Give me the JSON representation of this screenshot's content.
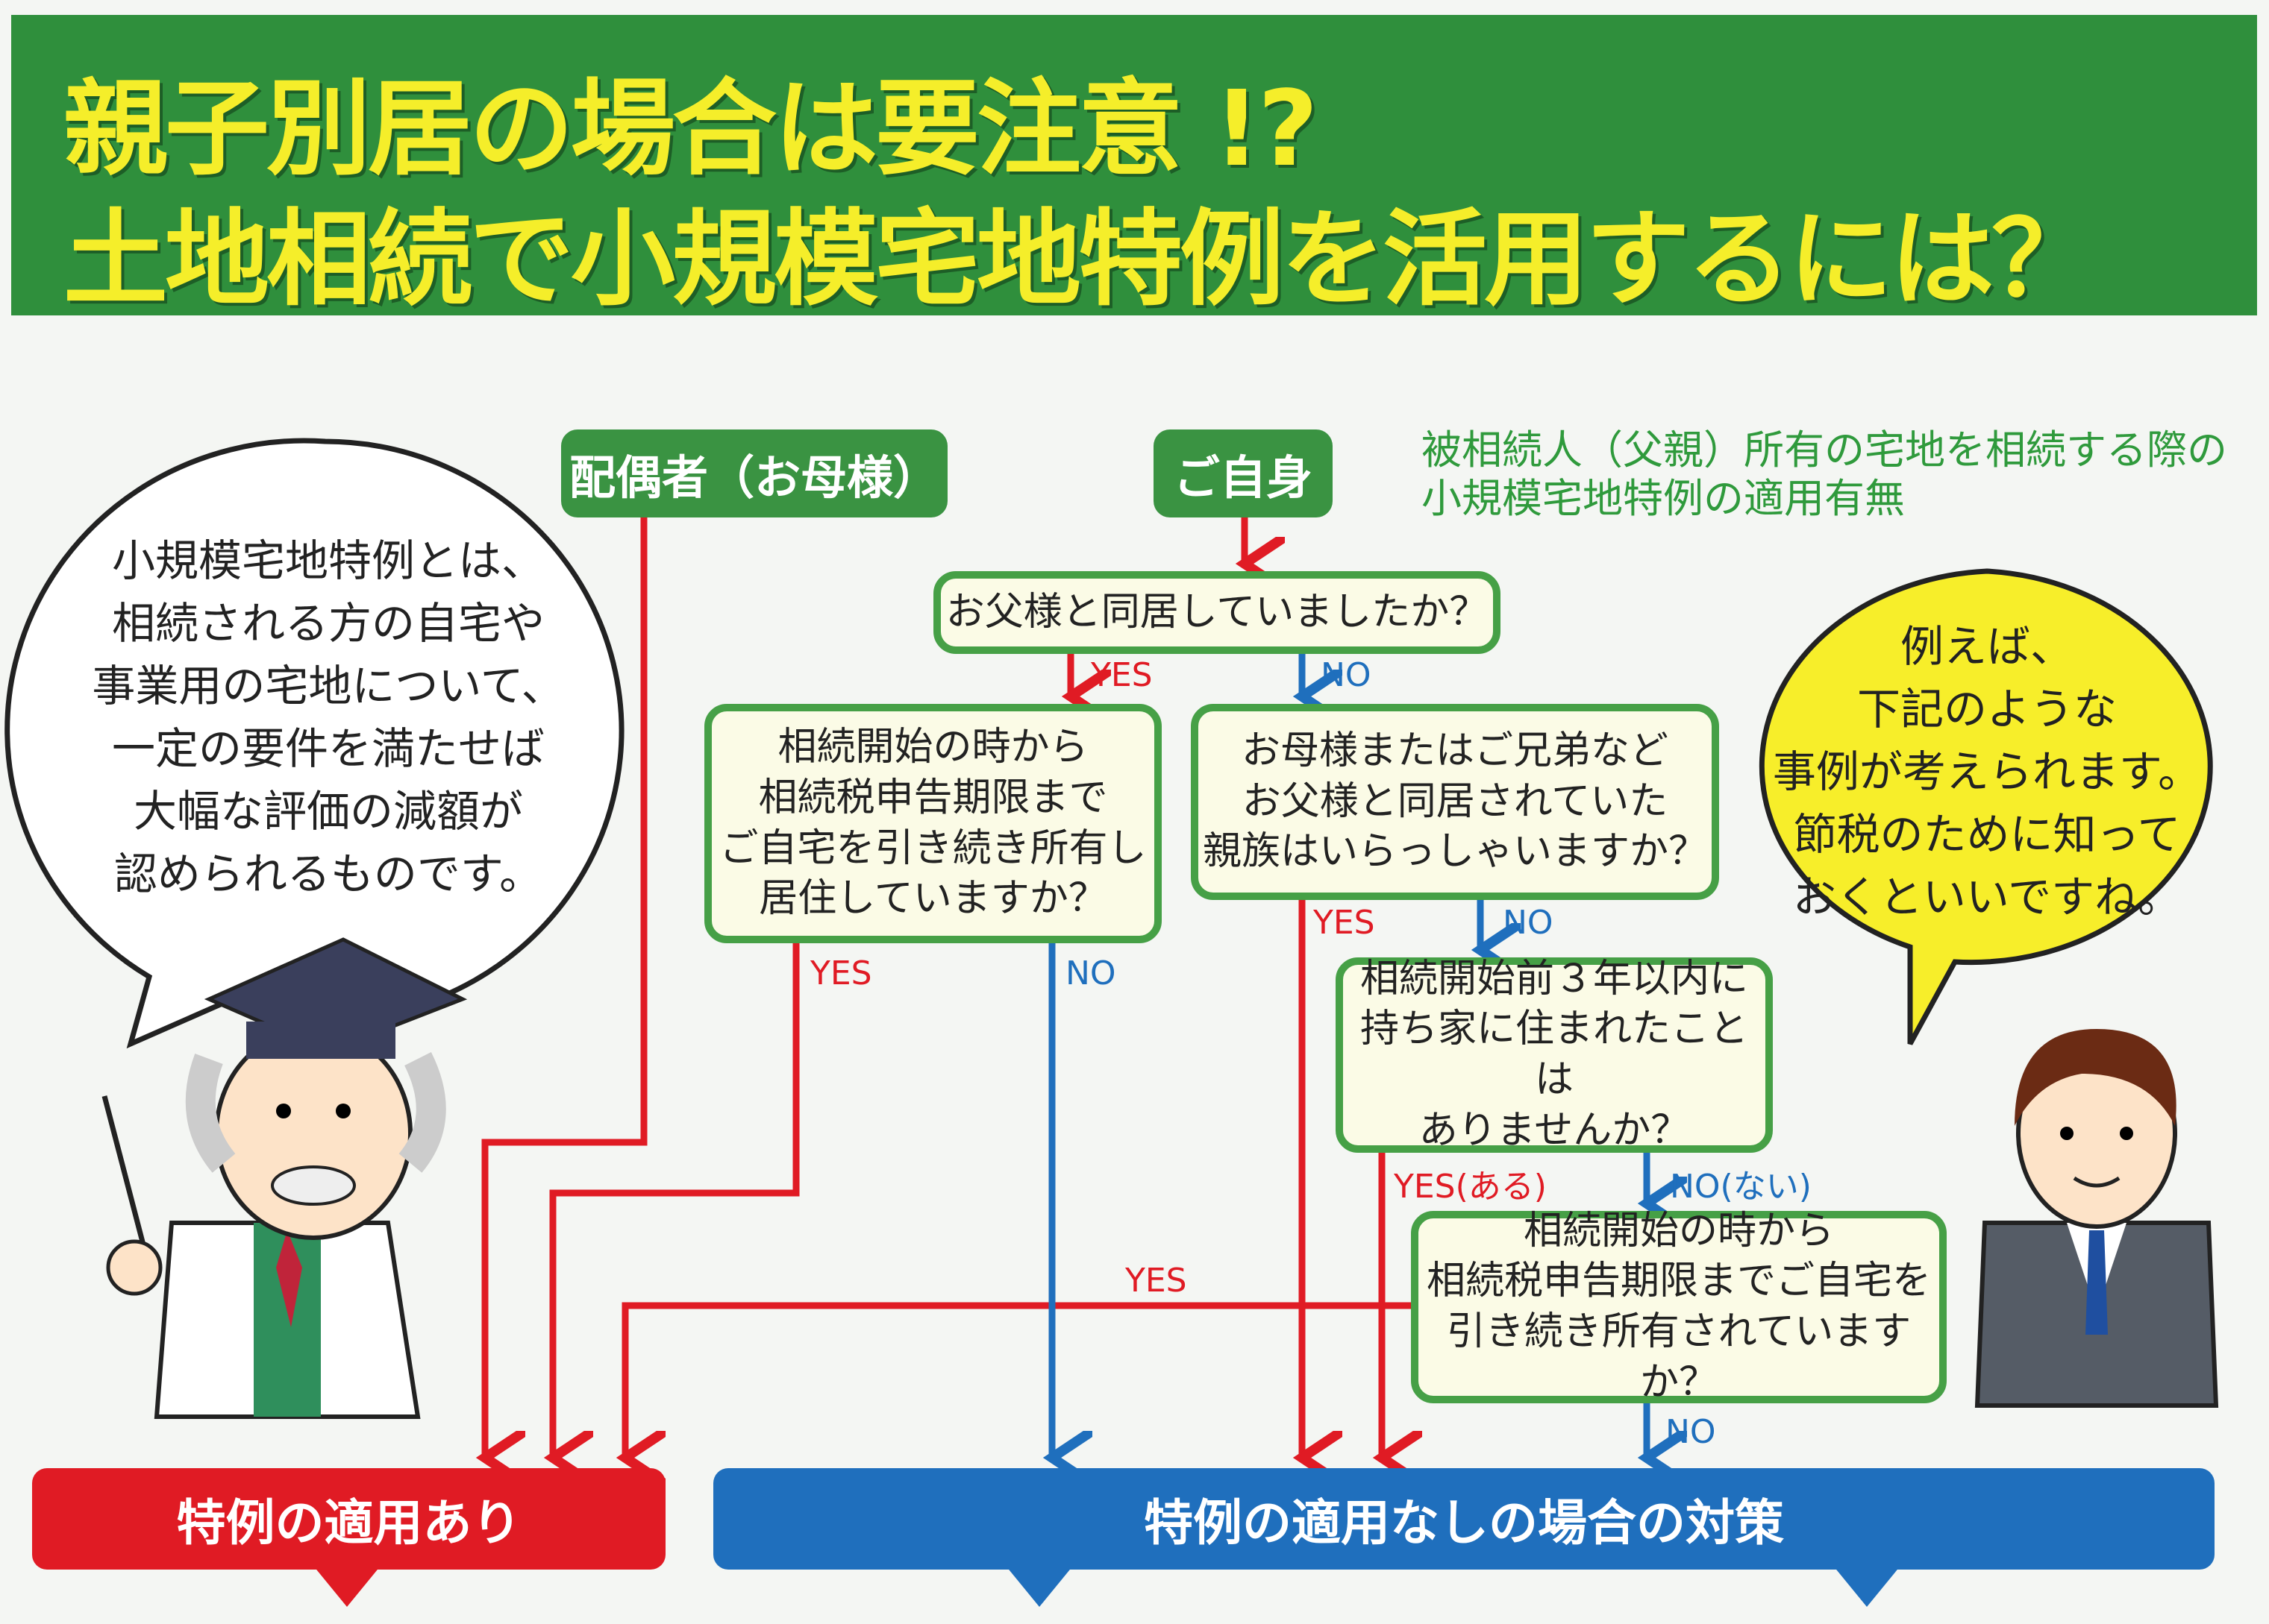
{
  "header": {
    "title_line1": "親子別居の場合は要注意 !?",
    "title_line2": "土地相続で小規模宅地特例を活用するには？"
  },
  "starts": {
    "spouse": "配偶者（お母様）",
    "self": "ご自身"
  },
  "note": {
    "line1": "被相続人（父親）所有の宅地を相続する際の",
    "line2": "小規模宅地特例の適用有無"
  },
  "questions": {
    "q1": "お父様と同居していましたか？",
    "q2": [
      "相続開始の時から",
      "相続税申告期限まで",
      "ご自宅を引き続き所有し",
      "居住していますか？"
    ],
    "q3": [
      "お母様またはご兄弟など",
      "お父様と同居されていた",
      "親族はいらっしゃいますか？"
    ],
    "q4": [
      "相続開始前３年以内に",
      "持ち家に住まれたことは",
      "ありませんか？"
    ],
    "q5": [
      "相続開始の時から",
      "相続税申告期限までご自宅を",
      "引き続き所有されていますか？"
    ]
  },
  "labels": {
    "yes": "YES",
    "no": "NO",
    "yes_aru": "YES(ある)",
    "no_nai": "NO(ない)"
  },
  "results": {
    "applied": "特例の適用あり",
    "not_applied": "特例の適用なしの場合の対策"
  },
  "left_bubble": [
    "小規模宅地特例とは、",
    "相続される方の自宅や",
    "事業用の宅地について、",
    "一定の要件を満たせば",
    "大幅な評価の減額が",
    "認められるものです。"
  ],
  "right_bubble": [
    "例えば、",
    "下記のような",
    "事例が考えられます。",
    "節税のために知って",
    "おくといいですね。"
  ],
  "colors": {
    "green": "#2f8f3c",
    "yellow": "#f5ee2a",
    "red": "#e01b24",
    "blue": "#1f6fbd"
  }
}
